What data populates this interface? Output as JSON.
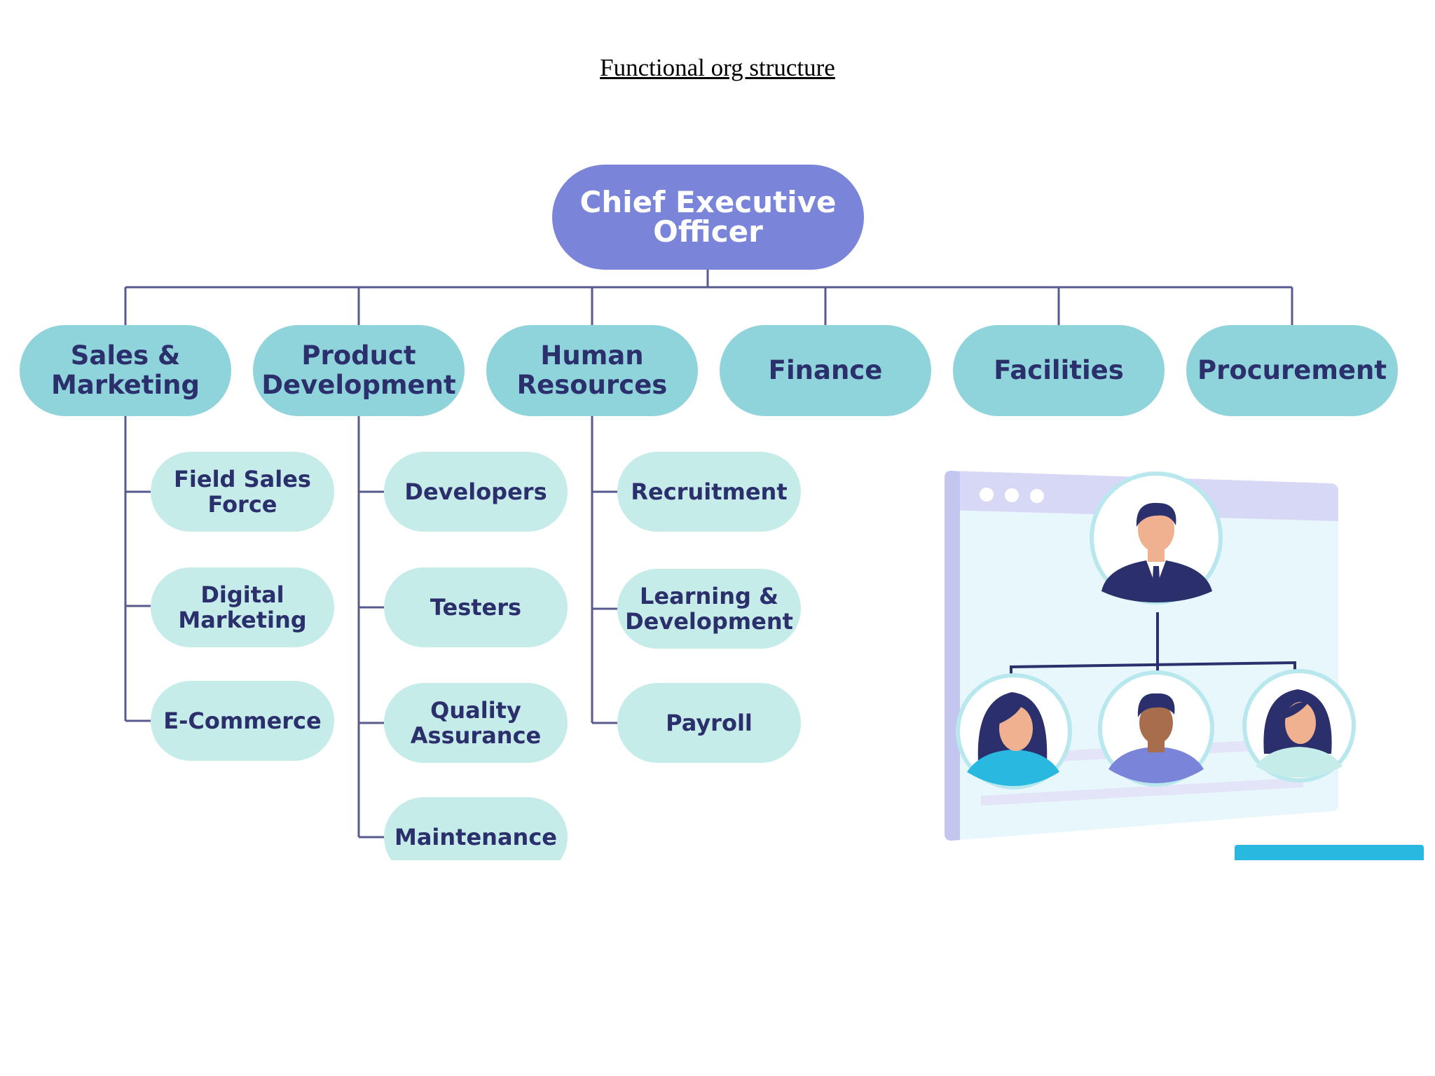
{
  "page_title": "Functional org structure",
  "chart_data": {
    "type": "org-chart",
    "root": "Chief Executive\nOfficer",
    "departments": [
      {
        "name": "Sales &\nMarketing",
        "teams": [
          "Field Sales\nForce",
          "Digital\nMarketing",
          "E-Commerce"
        ]
      },
      {
        "name": "Product\nDevelopment",
        "teams": [
          "Developers",
          "Testers",
          "Quality\nAssurance",
          "Maintenance"
        ]
      },
      {
        "name": "Human\nResources",
        "teams": [
          "Recruitment",
          "Learning &\nDevelopment",
          "Payroll"
        ]
      },
      {
        "name": "Finance",
        "teams": []
      },
      {
        "name": "Facilities",
        "teams": []
      },
      {
        "name": "Procurement",
        "teams": []
      }
    ]
  },
  "colors": {
    "root": "#7a84d9",
    "department": "#8fd3db",
    "team": "#c6ece9",
    "text": "#2b2f6b",
    "connector": "#575a8c"
  },
  "illustration": {
    "icon": "org-chart-people-illustration"
  }
}
